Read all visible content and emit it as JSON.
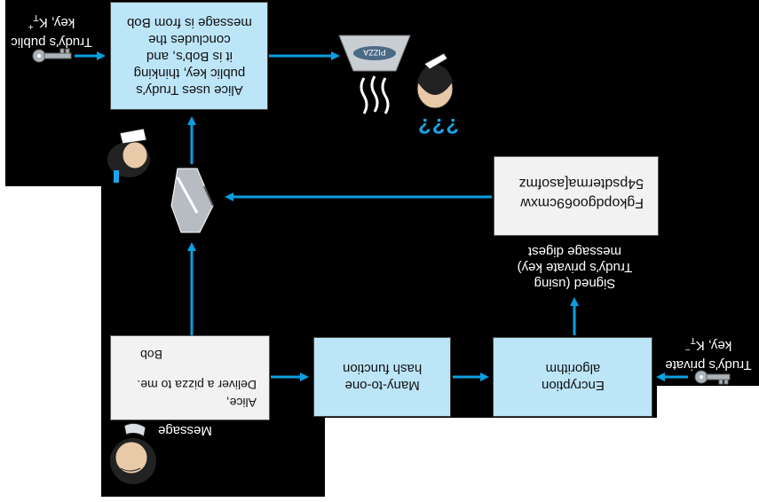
{
  "diagram": {
    "boxes": {
      "alice_box": "Alice uses Trudy's\npublic key, thinking\nit is Bob's, and\nconcludes the\nmessage is from Bob",
      "hash_box": "Many-to-one\nhash function",
      "encrypt_box": "Encryption\nalgorithm"
    },
    "labels": {
      "trudy_public_key": "Trudy's public\nkey, K",
      "trudy_public_key_sup": "+",
      "trudy_public_key_sub": "T",
      "trudy_private_key": "Trudy's private\nkey, K",
      "trudy_private_key_sup": "−",
      "trudy_private_key_sub": "T",
      "signed_digest": "Signed (using\nTrudy's private key)\nmessage digest",
      "message_label": "Message",
      "question_marks": "???",
      "pizza_sign": "PIZZA"
    },
    "message_doc": {
      "line1": "Alice,",
      "line2": "Deliver a pizza to me.",
      "line3": "Bob"
    },
    "digest_doc": {
      "line1": "Fgkopdgoo69cmxw",
      "line2": "54psdterma[asofmz"
    },
    "colors": {
      "box_fill": "#bde5f8",
      "arrow": "#0a9fe0",
      "background_panel": "#000000",
      "question_marks": "#1aa3e8"
    }
  }
}
